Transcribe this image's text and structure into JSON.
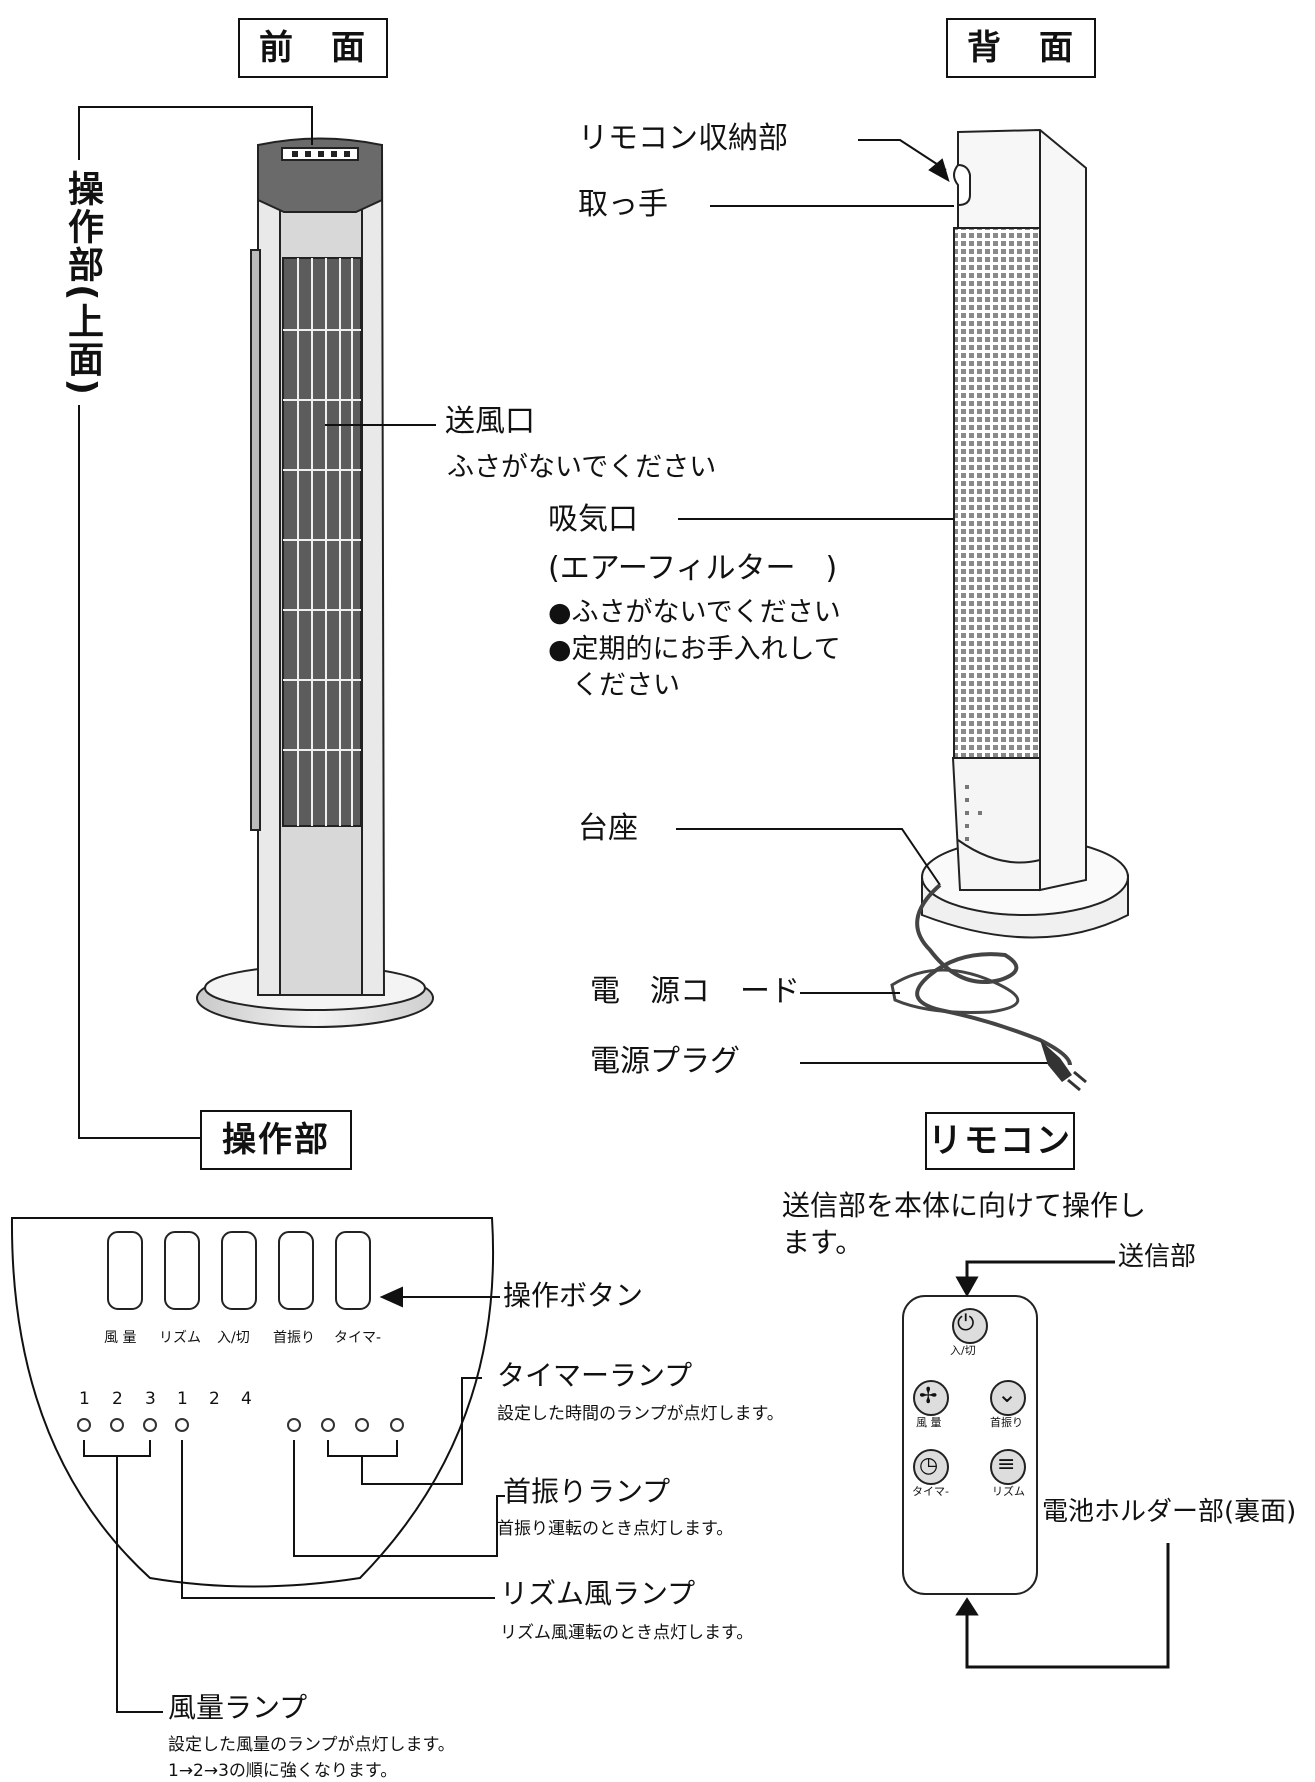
{
  "header": {
    "front": "前　面",
    "back": "背　面"
  },
  "front": {
    "control_top_label": "操作部(上面)",
    "air_outlet": "送風口",
    "air_outlet_note": "ふさがないでください"
  },
  "back": {
    "remote_storage": "リモコン収納部",
    "handle": "取っ手",
    "intake": "吸気口",
    "filter": "(エアーフィルター　)",
    "intake_note1": "●ふさがないでください",
    "intake_note2": "●定期的にお手入れして",
    "intake_note3": "ください",
    "base": "台座",
    "power_cord": "電　源コ　ード",
    "plug": "電源プラグ"
  },
  "panel": {
    "title": "操作部",
    "buttons": [
      "風 量",
      "リズム",
      "入/切",
      "首振り",
      "タイマ-"
    ],
    "button_callout": "操作ボタン",
    "lamp_numbers": [
      "1",
      "2",
      "3",
      "1",
      "2",
      "4"
    ],
    "timer_lamp": "タイマーランプ",
    "timer_lamp_note": "設定した時間のランプが点灯します。",
    "swing_lamp": "首振りランプ",
    "swing_lamp_note": "首振り運転のとき点灯します。",
    "rhythm_lamp": "リズム風ランプ",
    "rhythm_lamp_note": "リズム風運転のとき点灯します。",
    "wind_lamp": "風量ランプ",
    "wind_lamp_note1": "設定した風量のランプが点灯します。",
    "wind_lamp_note2": "1→2→3の順に強くなります。"
  },
  "remote": {
    "title": "リモコン",
    "instruction1": "送信部を本体に向けて操作し",
    "instruction2": "ます。",
    "transmitter": "送信部",
    "battery_holder": "電池ホルダー部(裏面)",
    "btn_power": "入/切",
    "btn_wind": "風 量",
    "btn_swing": "首振り",
    "btn_timer": "タイマ-",
    "btn_rhythm": "リズム",
    "icon_power": "⏻",
    "icon_wind": "✢",
    "icon_swing": "⌄",
    "icon_timer": "◷",
    "icon_rhythm": "≡"
  }
}
